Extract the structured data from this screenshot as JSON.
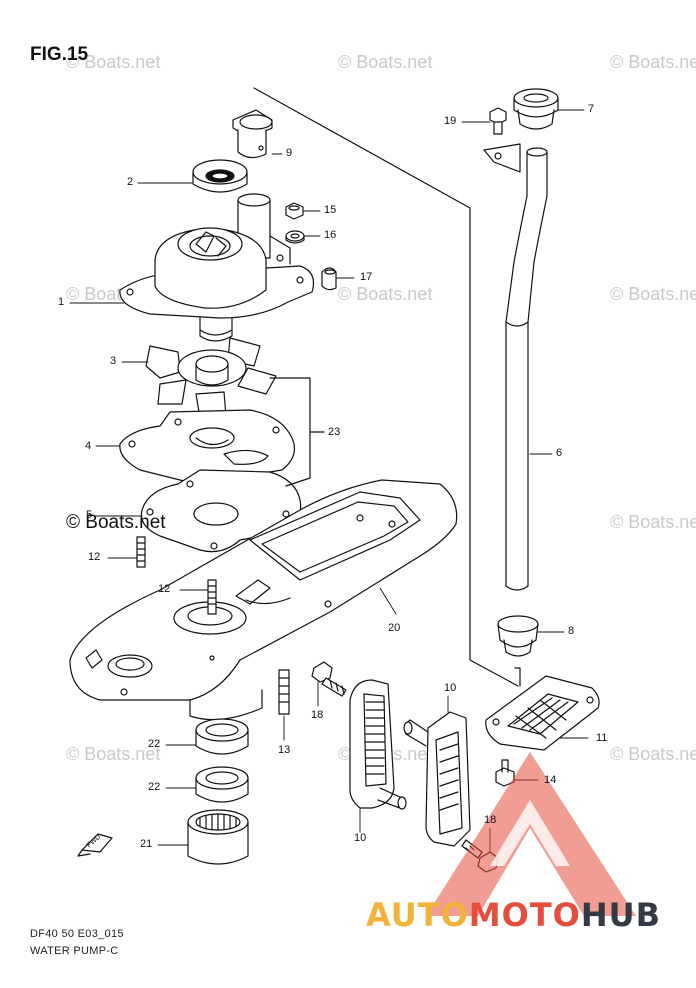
{
  "figure": {
    "title": "FIG.15",
    "code": "DF40 50 E03_015",
    "caption": "WATER PUMP-C"
  },
  "watermark": {
    "text": "© Boats.net"
  },
  "callouts": [
    {
      "id": "1",
      "label": "1"
    },
    {
      "id": "2",
      "label": "2"
    },
    {
      "id": "3",
      "label": "3"
    },
    {
      "id": "4",
      "label": "4"
    },
    {
      "id": "5",
      "label": "5"
    },
    {
      "id": "6",
      "label": "6"
    },
    {
      "id": "7",
      "label": "7"
    },
    {
      "id": "8",
      "label": "8"
    },
    {
      "id": "9",
      "label": "9"
    },
    {
      "id": "10a",
      "label": "10"
    },
    {
      "id": "10b",
      "label": "10"
    },
    {
      "id": "11",
      "label": "11"
    },
    {
      "id": "12a",
      "label": "12"
    },
    {
      "id": "12b",
      "label": "12"
    },
    {
      "id": "13",
      "label": "13"
    },
    {
      "id": "14",
      "label": "14"
    },
    {
      "id": "15",
      "label": "15"
    },
    {
      "id": "16",
      "label": "16"
    },
    {
      "id": "17",
      "label": "17"
    },
    {
      "id": "18a",
      "label": "18"
    },
    {
      "id": "18b",
      "label": "18"
    },
    {
      "id": "19",
      "label": "19"
    },
    {
      "id": "20",
      "label": "20"
    },
    {
      "id": "21",
      "label": "21"
    },
    {
      "id": "22a",
      "label": "22"
    },
    {
      "id": "22b",
      "label": "22"
    },
    {
      "id": "23",
      "label": "23"
    }
  ],
  "fwd_label": "FWD",
  "logo": {
    "part1": "AUTO",
    "part2": "MOTO",
    "part3": "HUB",
    "colors": {
      "orange": "#f2b33b",
      "red": "#e64d3b",
      "dark": "#333a44"
    }
  }
}
